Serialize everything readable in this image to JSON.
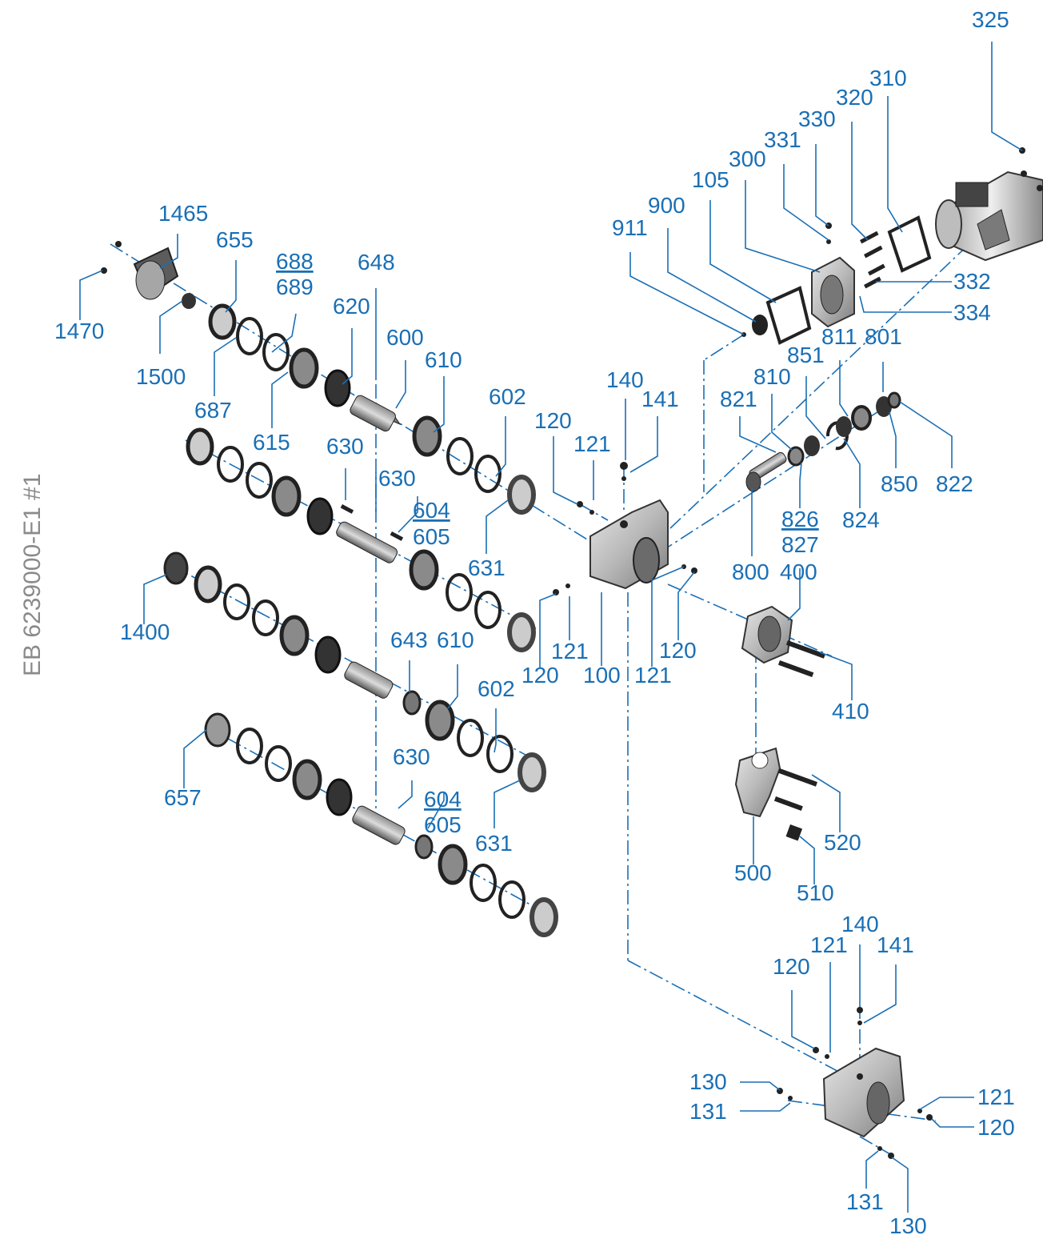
{
  "document_id": "EB 6239000-E1 #1",
  "colors": {
    "callout": "#1a6fb5",
    "part_dark": "#2b2b2b",
    "part_mid": "#6f6f6f",
    "part_light": "#c9c9c9",
    "housing": "#b8b8b8"
  },
  "callouts": [
    {
      "id": "c325",
      "text": "325"
    },
    {
      "id": "c310",
      "text": "310"
    },
    {
      "id": "c320",
      "text": "320"
    },
    {
      "id": "c330",
      "text": "330"
    },
    {
      "id": "c331",
      "text": "331"
    },
    {
      "id": "c300",
      "text": "300"
    },
    {
      "id": "c105",
      "text": "105"
    },
    {
      "id": "c900",
      "text": "900"
    },
    {
      "id": "c911",
      "text": "911"
    },
    {
      "id": "c332",
      "text": "332"
    },
    {
      "id": "c334",
      "text": "334"
    },
    {
      "id": "c1465",
      "text": "1465"
    },
    {
      "id": "c655",
      "text": "655"
    },
    {
      "id": "c688",
      "text": "688"
    },
    {
      "id": "c689",
      "text": "689"
    },
    {
      "id": "c648",
      "text": "648"
    },
    {
      "id": "c620",
      "text": "620"
    },
    {
      "id": "c1470",
      "text": "1470"
    },
    {
      "id": "c1500",
      "text": "1500"
    },
    {
      "id": "c600",
      "text": "600"
    },
    {
      "id": "c610a",
      "text": "610"
    },
    {
      "id": "c687",
      "text": "687"
    },
    {
      "id": "c615",
      "text": "615"
    },
    {
      "id": "c630a",
      "text": "630"
    },
    {
      "id": "c630b",
      "text": "630"
    },
    {
      "id": "c602a",
      "text": "602"
    },
    {
      "id": "c604a",
      "text": "604"
    },
    {
      "id": "c605a",
      "text": "605"
    },
    {
      "id": "c631a",
      "text": "631"
    },
    {
      "id": "c120a",
      "text": "120"
    },
    {
      "id": "c121a",
      "text": "121"
    },
    {
      "id": "c140a",
      "text": "140"
    },
    {
      "id": "c141a",
      "text": "141"
    },
    {
      "id": "c851",
      "text": "851"
    },
    {
      "id": "c811",
      "text": "811"
    },
    {
      "id": "c801",
      "text": "801"
    },
    {
      "id": "c821",
      "text": "821"
    },
    {
      "id": "c810",
      "text": "810"
    },
    {
      "id": "c850",
      "text": "850"
    },
    {
      "id": "c822",
      "text": "822"
    },
    {
      "id": "c826",
      "text": "826"
    },
    {
      "id": "c827",
      "text": "827"
    },
    {
      "id": "c824",
      "text": "824"
    },
    {
      "id": "c800",
      "text": "800"
    },
    {
      "id": "c400",
      "text": "400"
    },
    {
      "id": "c1400",
      "text": "1400"
    },
    {
      "id": "c643",
      "text": "643"
    },
    {
      "id": "c610b",
      "text": "610"
    },
    {
      "id": "c121b",
      "text": "121"
    },
    {
      "id": "c120b",
      "text": "120"
    },
    {
      "id": "c100",
      "text": "100"
    },
    {
      "id": "c121c",
      "text": "121"
    },
    {
      "id": "c120c",
      "text": "120"
    },
    {
      "id": "c602b",
      "text": "602"
    },
    {
      "id": "c410",
      "text": "410"
    },
    {
      "id": "c630c",
      "text": "630"
    },
    {
      "id": "c657",
      "text": "657"
    },
    {
      "id": "c604b",
      "text": "604"
    },
    {
      "id": "c605b",
      "text": "605"
    },
    {
      "id": "c631b",
      "text": "631"
    },
    {
      "id": "c520",
      "text": "520"
    },
    {
      "id": "c500",
      "text": "500"
    },
    {
      "id": "c510",
      "text": "510"
    },
    {
      "id": "c140b",
      "text": "140"
    },
    {
      "id": "c121d",
      "text": "121"
    },
    {
      "id": "c141b",
      "text": "141"
    },
    {
      "id": "c120d",
      "text": "120"
    },
    {
      "id": "c130a",
      "text": "130"
    },
    {
      "id": "c131a",
      "text": "131"
    },
    {
      "id": "c121e",
      "text": "121"
    },
    {
      "id": "c120e",
      "text": "120"
    },
    {
      "id": "c131b",
      "text": "131"
    },
    {
      "id": "c130b",
      "text": "130"
    }
  ]
}
